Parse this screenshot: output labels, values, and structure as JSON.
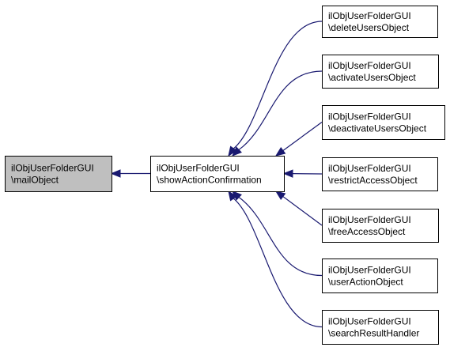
{
  "colors": {
    "edge": "#191970",
    "focus_fill": "#bfbfbf",
    "node_fill": "#ffffff",
    "border": "#000000"
  },
  "nodes": [
    {
      "id": "mail",
      "line1": "ilObjUserFolderGUI",
      "line2": "\\mailObject",
      "focus": true
    },
    {
      "id": "show",
      "line1": "ilObjUserFolderGUI",
      "line2": "\\showActionConfirmation",
      "focus": false
    },
    {
      "id": "delete",
      "line1": "ilObjUserFolderGUI",
      "line2": "\\deleteUsersObject",
      "focus": false
    },
    {
      "id": "activate",
      "line1": "ilObjUserFolderGUI",
      "line2": "\\activateUsersObject",
      "focus": false
    },
    {
      "id": "deactivate",
      "line1": "ilObjUserFolderGUI",
      "line2": "\\deactivateUsersObject",
      "focus": false
    },
    {
      "id": "restrict",
      "line1": "ilObjUserFolderGUI",
      "line2": "\\restrictAccessObject",
      "focus": false
    },
    {
      "id": "free",
      "line1": "ilObjUserFolderGUI",
      "line2": "\\freeAccessObject",
      "focus": false
    },
    {
      "id": "useraction",
      "line1": "ilObjUserFolderGUI",
      "line2": "\\userActionObject",
      "focus": false
    },
    {
      "id": "search",
      "line1": "ilObjUserFolderGUI",
      "line2": "\\searchResultHandler",
      "focus": false
    }
  ],
  "edges": [
    {
      "from": "show",
      "to": "mail"
    },
    {
      "from": "delete",
      "to": "show"
    },
    {
      "from": "activate",
      "to": "show"
    },
    {
      "from": "deactivate",
      "to": "show"
    },
    {
      "from": "restrict",
      "to": "show"
    },
    {
      "from": "free",
      "to": "show"
    },
    {
      "from": "useraction",
      "to": "show"
    },
    {
      "from": "search",
      "to": "show"
    }
  ]
}
